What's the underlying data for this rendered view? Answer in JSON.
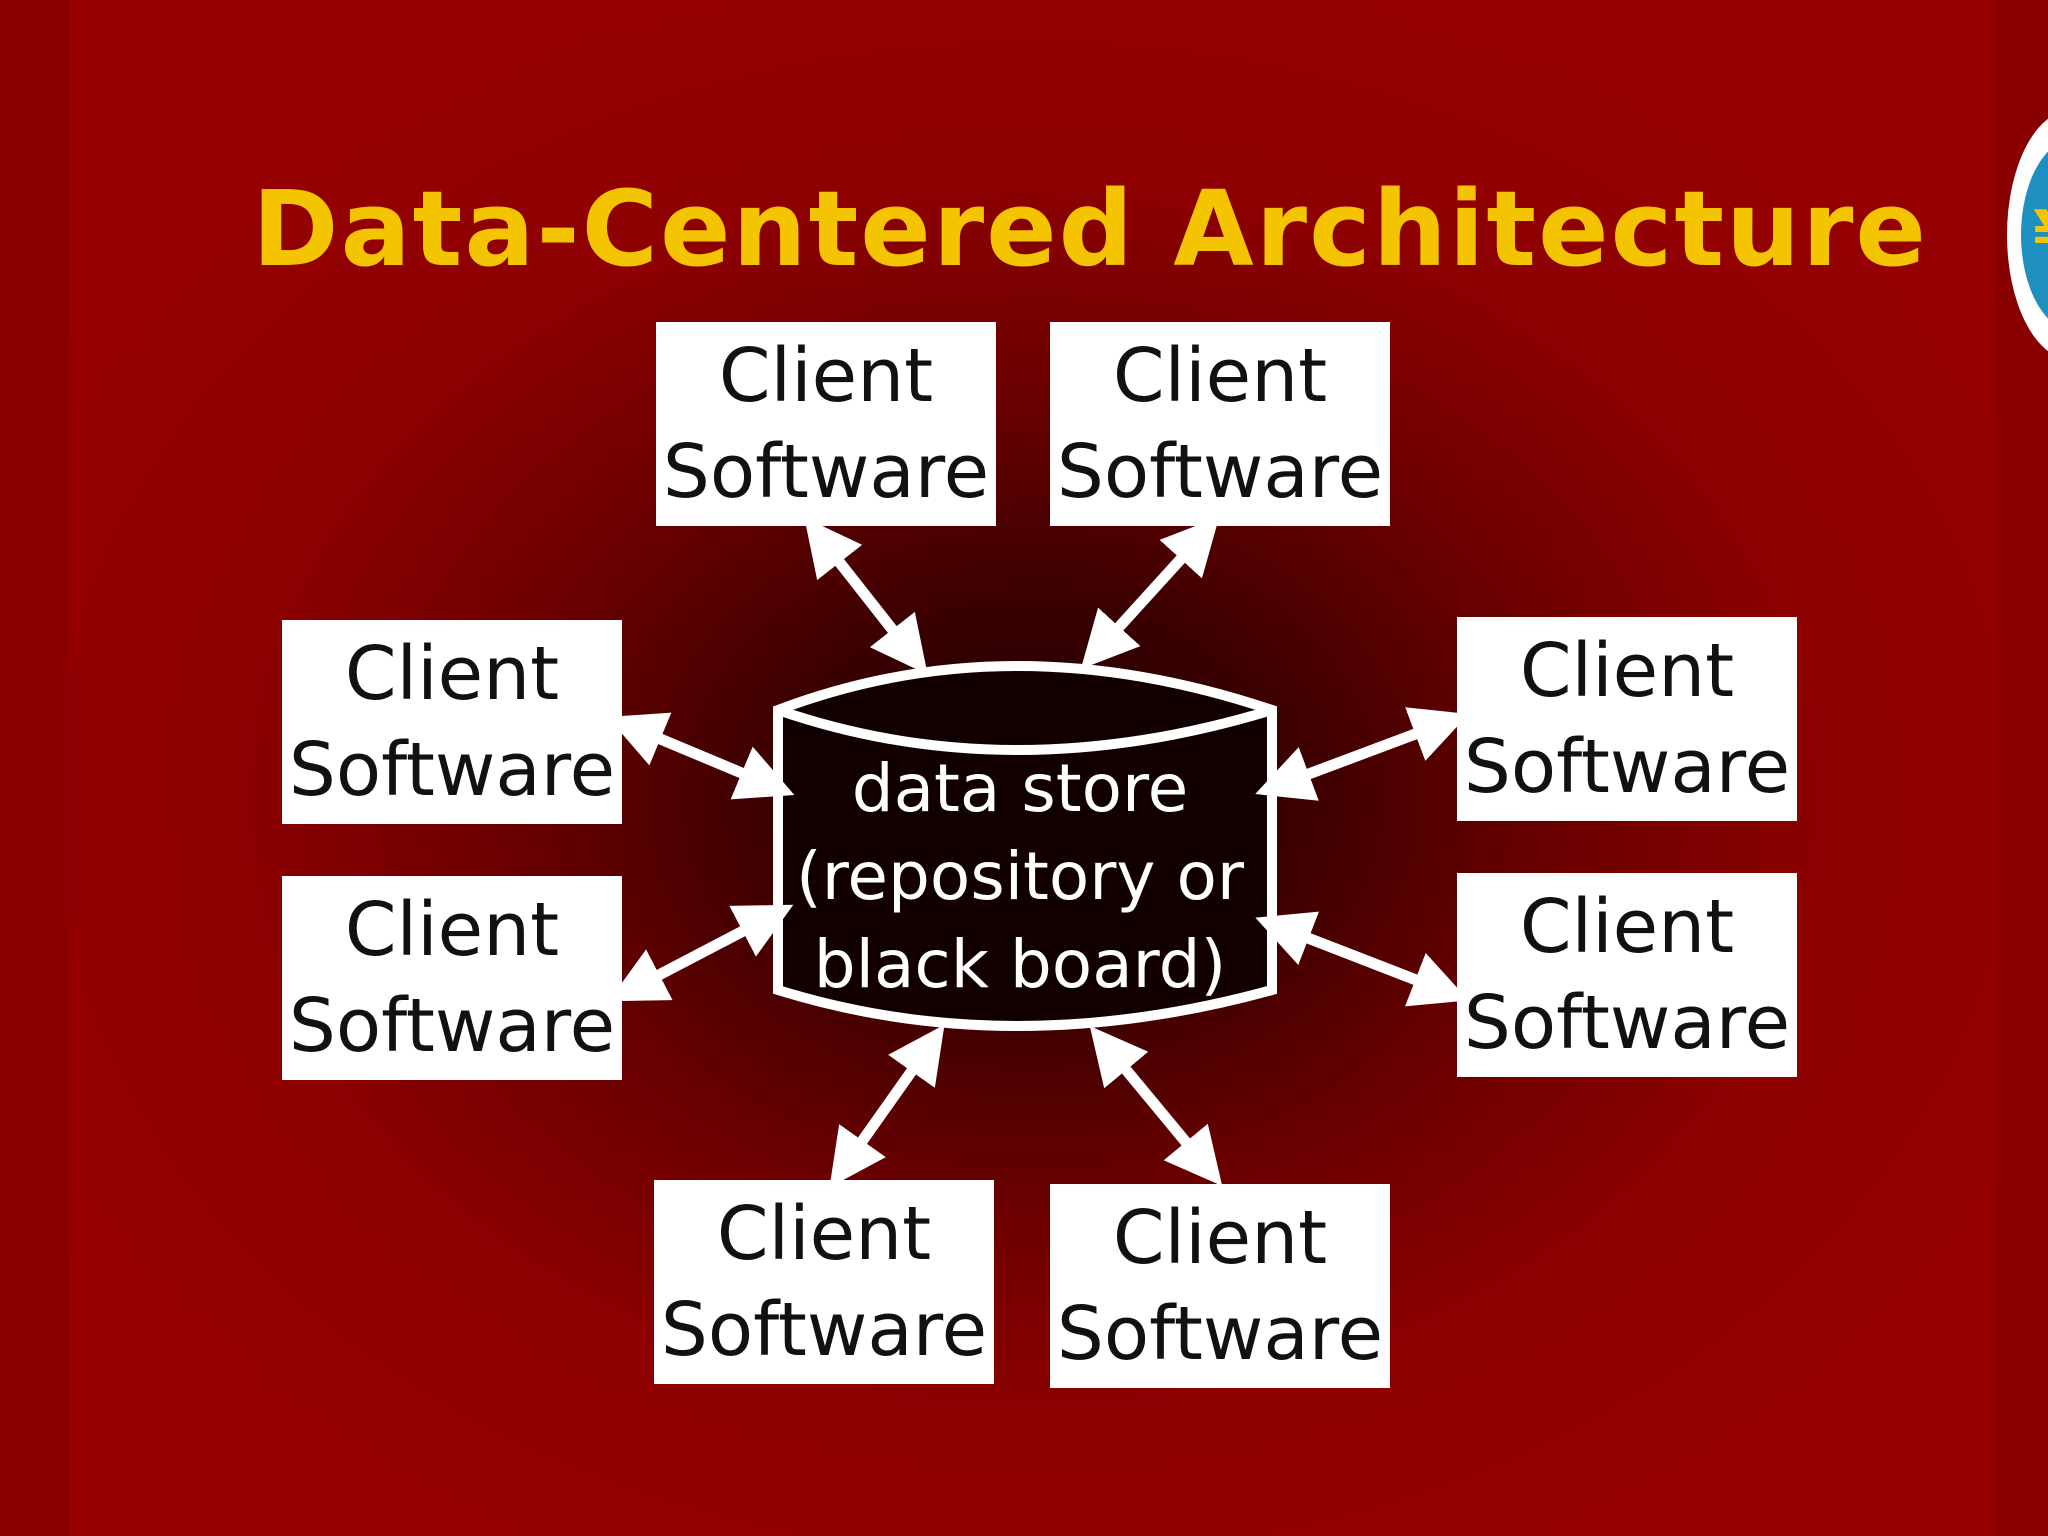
{
  "slide": {
    "title": "Data-Centered Architecture"
  },
  "data_store": {
    "line1": "data store",
    "line2": "(repository or",
    "line3": "black board)"
  },
  "clients": [
    {
      "line1": "Client",
      "line2": "Software"
    },
    {
      "line1": "Client",
      "line2": "Software"
    },
    {
      "line1": "Client",
      "line2": "Software"
    },
    {
      "line1": "Client",
      "line2": "Software"
    },
    {
      "line1": "Client",
      "line2": "Software"
    },
    {
      "line1": "Client",
      "line2": "Software"
    },
    {
      "line1": "Client",
      "line2": "Software"
    },
    {
      "line1": "Client",
      "line2": "Software"
    }
  ],
  "colors": {
    "background": "#950000",
    "title": "#f5c400",
    "box": "#ffffff",
    "arrow": "#ffffff"
  },
  "logo": {
    "icon": "logo-icon"
  }
}
